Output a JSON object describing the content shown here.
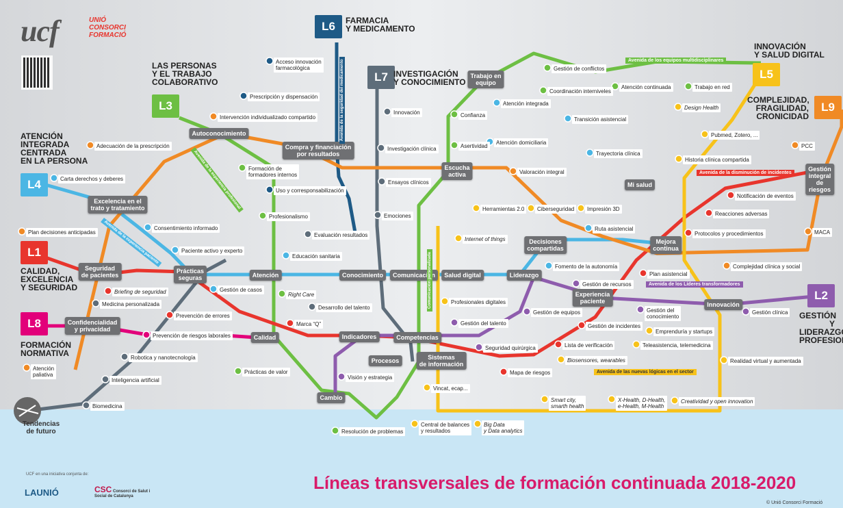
{
  "brand": {
    "logo_text": "ucf",
    "logo_sub": "UNIÓ\nCONSORCI\nFORMACIÓ"
  },
  "footer": {
    "title": "Líneas transversales de formación continuada 2018-2020",
    "credit": "UCF en una iniciativa conjunta de:",
    "partner1": "LAUNIÓ",
    "partner2": "Consorci de Salut i Social de Catalunya",
    "copyright": "© Unió Consorci Formació"
  },
  "colors": {
    "L1": "#e8352d",
    "L2": "#8e5cad",
    "L3": "#6dbf43",
    "L4": "#4bb6e4",
    "L5": "#f7c21a",
    "L6": "#1e5a86",
    "L7": "#5e6d7a",
    "L8": "#e2007a",
    "L9": "#f08a25"
  },
  "lines": [
    {
      "id": "L1",
      "title": "CALIDAD,\nEXCELENCIA\nY SEGURIDAD"
    },
    {
      "id": "L2",
      "title": "GESTIÓN\nY LIDERAZGO\nPROFESIONAL"
    },
    {
      "id": "L3",
      "title": "LAS PERSONAS\nY EL TRABAJO\nCOLABORATIVO"
    },
    {
      "id": "L4",
      "title": "ATENCIÓN\nINTEGRADA\nCENTRADA\nEN LA PERSONA"
    },
    {
      "id": "L5",
      "title": "INNOVACIÓN\nY SALUD DIGITAL"
    },
    {
      "id": "L6",
      "title": "FARMACIA\nY MEDICAMENTO"
    },
    {
      "id": "L7",
      "title": "INVESTIGACIÓN\nY CONOCIMIENTO"
    },
    {
      "id": "L8",
      "title": "FORMACIÓN\nNORMATIVA"
    },
    {
      "id": "L9",
      "title": "COMPLEJIDAD,\nFRAGILIDAD,\nCRONICIDAD"
    }
  ],
  "interchanges": [
    "Autoconocimiento",
    "Compra y financiación\npor resultados",
    "Trabajo en\nequipo",
    "Escucha\nactiva",
    "Excelencia en el\ntrato y tratamiento",
    "Seguridad\nde pacientes",
    "Prácticas\nseguras",
    "Atención",
    "Conocimiento",
    "Comunicación",
    "Salud digital",
    "Liderazgo",
    "Decisiones\ncompartidas",
    "Mejora\ncontinua",
    "Mi salud",
    "Gestión\nintegral\nde riesgos",
    "Experiencia\npaciente",
    "Innovación",
    "Confidencialidad\ny privacidad",
    "Calidad",
    "Indicadores",
    "Competencias",
    "Procesos",
    "Sistemas\nde información",
    "Cambio",
    "Tendencias\nde futuro"
  ],
  "stations": [
    "Acceso innovación\nfarmacológica",
    "Prescripción y dispensación",
    "Intervención individualizado compartido",
    "Adecuación de la prescripción",
    "Formación de\nformadores internos",
    "Uso y corresponsabilización",
    "Carta derechos y deberes",
    "Consentimiento informado",
    "Plan decisiones anticipadas",
    "Profesionalismo",
    "Paciente activo y experto",
    "Evaluación resultados",
    "Educación sanitaria",
    "Briefing de seguridad",
    "Medicina personalizada",
    "Gestión de casos",
    "Right Care",
    "Prevención de errores",
    "Prevención de riesgos laborales",
    "Robotica y nanotecnología",
    "Inteligencia artificial",
    "Atención\npaliativa",
    "Biomedicina",
    "Prácticas de valor",
    "Marca “Q”",
    "Desarrollo del talento",
    "Visión y estrategia",
    "Resolución de problemas",
    "Innovación",
    "Investigación clínica",
    "Ensayos clínicos",
    "Emociones",
    "Confianza",
    "Asertividad",
    "Atención integrada",
    "Atención domiciliaria",
    "Transición asistencial",
    "Gestión de conflictos",
    "Coordinación interniveles",
    "Atención continuada",
    "Trabajo en red",
    "Design Health",
    "Pubmed, Zotero, ...",
    "Historia clínica compartida",
    "Trayectoria clínica",
    "Valoración integral",
    "PCC",
    "Notificación de eventos",
    "Reacciones adversas",
    "Protocolos y procedimientos",
    "MACA",
    "Complejidad clínica y social",
    "Herramientas 2.0",
    "Ciberseguridad",
    "Impresión 3D",
    "Internet of things",
    "Ruta asistencial",
    "Fomento de la autonomía",
    "Plan asistencial",
    "Gestión de recursos",
    "Profesionales digitales",
    "Gestión del talento",
    "Gestión de equipos",
    "Gestión del\nconocimiento",
    "Gestión clínica",
    "Gestión de incidentes",
    "Emprenduría y startups",
    "Teleasistencia, telemedicina",
    "Lista de verificación",
    "Seguridad quirúrgica",
    "Biosensores, wearables",
    "Realidad virtual y aumentada",
    "Mapa de riesgos",
    "Vincat, ecap...",
    "Smart city,\nsmarth health",
    "X-Health, D-Health,\ne-Health, M-Health",
    "Creatividad y open innovation",
    "Central de balances\ny resultados",
    "Big Data\ny Data analytics"
  ],
  "avenues": [
    "Avenida de los equipos multidisciplinares",
    "Avenida de la disminución de incidentes",
    "Avenida de los Líderes transformadores",
    "Avenida de las nuevas lógicas en el sector",
    "Avenida de la seguridad del medicamento",
    "Avenida de la experiencia profesional",
    "Avenida de la experiencia paciente",
    "Comunicación personalizada"
  ]
}
